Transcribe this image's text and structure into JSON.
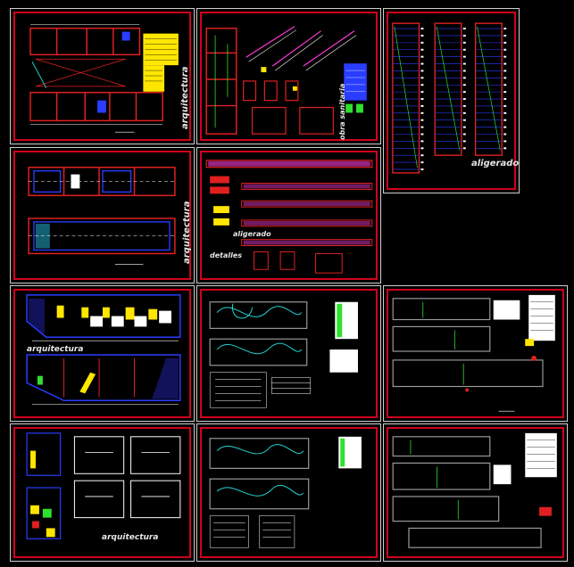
{
  "sheets": [
    {
      "id": "s1",
      "label": "arquitectura",
      "label_dir": "vertical"
    },
    {
      "id": "s2",
      "label": "obra sanitaria",
      "label_dir": "vertical"
    },
    {
      "id": "s3",
      "label": "aligerado",
      "label_dir": "horizontal"
    },
    {
      "id": "s4",
      "label": "arquitectura",
      "label_dir": "vertical"
    },
    {
      "id": "s5",
      "label": "aligerado",
      "label_dir": "horizontal",
      "label2": "detalles"
    },
    {
      "id": "s6",
      "label": "arquitectura",
      "label_dir": "horizontal"
    },
    {
      "id": "s7",
      "label": "",
      "label_dir": "none"
    },
    {
      "id": "s8",
      "label": "",
      "label_dir": "none"
    },
    {
      "id": "s9",
      "label": "arquitectura",
      "label_dir": "horizontal"
    },
    {
      "id": "s10",
      "label": "",
      "label_dir": "none"
    },
    {
      "id": "s11",
      "label": "",
      "label_dir": "none"
    }
  ],
  "colors": {
    "frame": "#d0021b",
    "border": "#cfcfcf",
    "wall": "#e02020",
    "blue": "#2a3cff",
    "cyan": "#22d3d3",
    "yellow": "#ffe600",
    "white": "#ffffff",
    "magenta": "#ff3bd9",
    "green": "#2fe02f"
  }
}
